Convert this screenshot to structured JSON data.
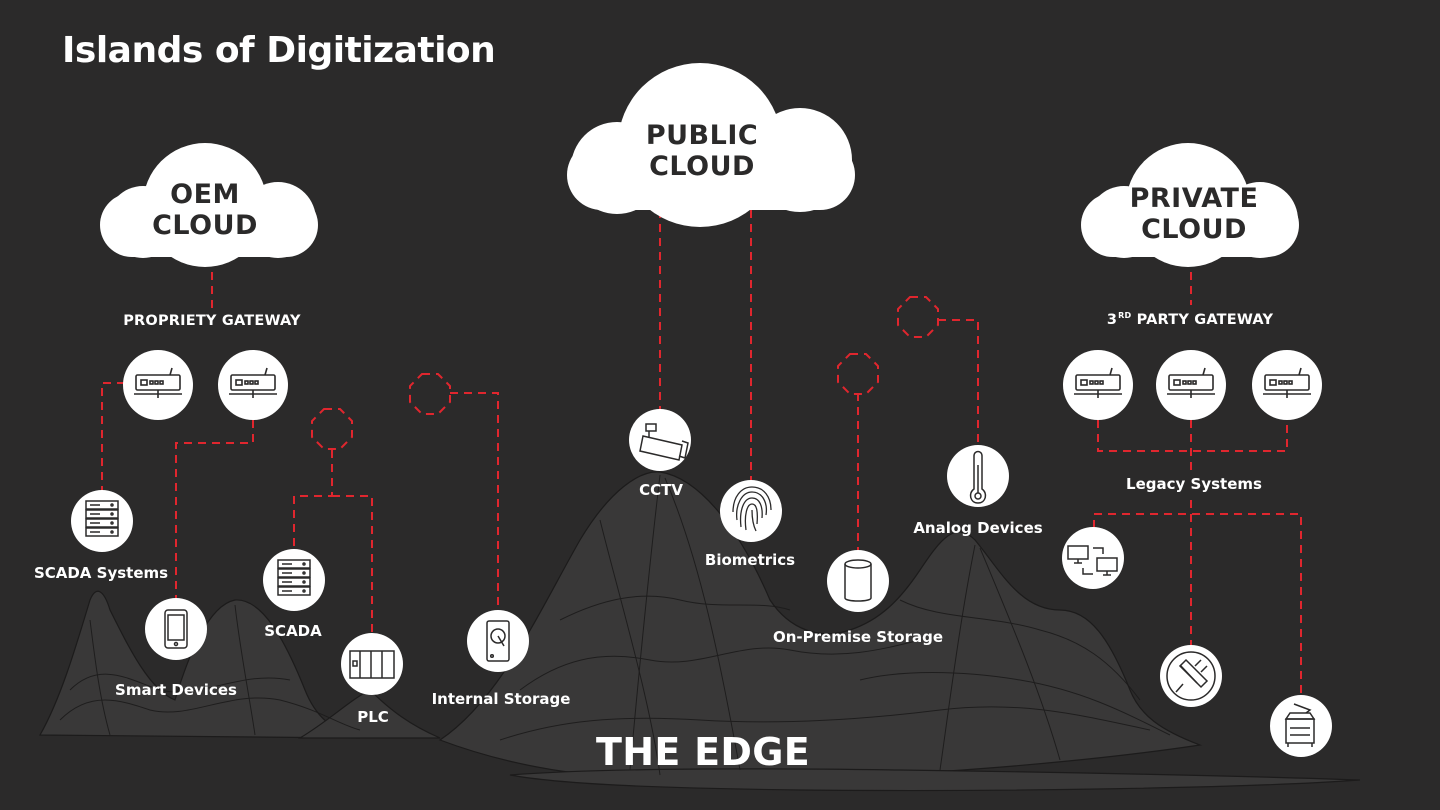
{
  "title": "Islands of Digitization",
  "edge_label": "THE EDGE",
  "clouds": {
    "oem": {
      "line1": "OEM",
      "line2": "CLOUD"
    },
    "public": {
      "line1": "PUBLIC",
      "line2": "CLOUD"
    },
    "private": {
      "line1": "PRIVATE",
      "line2": "CLOUD"
    }
  },
  "gateways": {
    "propriety": "PROPRIETY GATEWAY",
    "third_party_prefix": "3",
    "third_party_suffix": "RD",
    "third_party_rest": " PARTY GATEWAY"
  },
  "labels": {
    "scada_systems": "SCADA Systems",
    "smart_devices": "Smart Devices",
    "scada": "SCADA",
    "plc": "PLC",
    "internal_storage": "Internal Storage",
    "cctv": "CCTV",
    "biometrics": "Biometrics",
    "on_premise_storage": "On-Premise Storage",
    "analog_devices": "Analog Devices",
    "legacy_systems": "Legacy Systems"
  },
  "colors": {
    "background": "#2b2a2a",
    "connector": "#e0262e",
    "node_fill": "#ffffff",
    "icon_stroke": "#2b2a2a",
    "mountain": "#3a3939",
    "mountain_lines": "#1f1e1e"
  }
}
